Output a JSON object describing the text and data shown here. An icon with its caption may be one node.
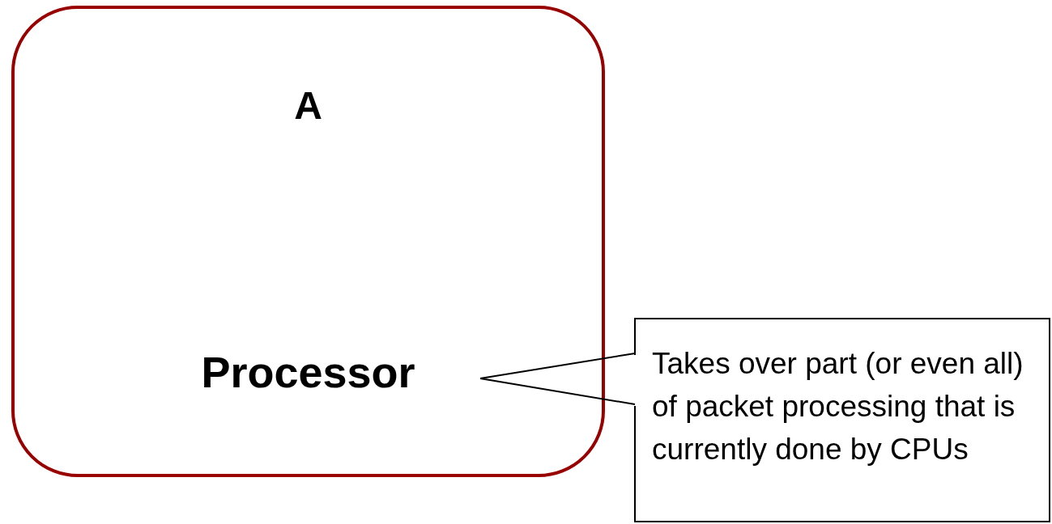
{
  "diagram": {
    "nodes": [
      {
        "text": [
          "A",
          "Processor"
        ]
      },
      {
        "text": [
          "Takes over part (or even all) of packet processing that is currently done by CPUs"
        ]
      }
    ],
    "edges": [
      {
        "from": 1,
        "to": 0,
        "arrow": "none"
      }
    ]
  }
}
